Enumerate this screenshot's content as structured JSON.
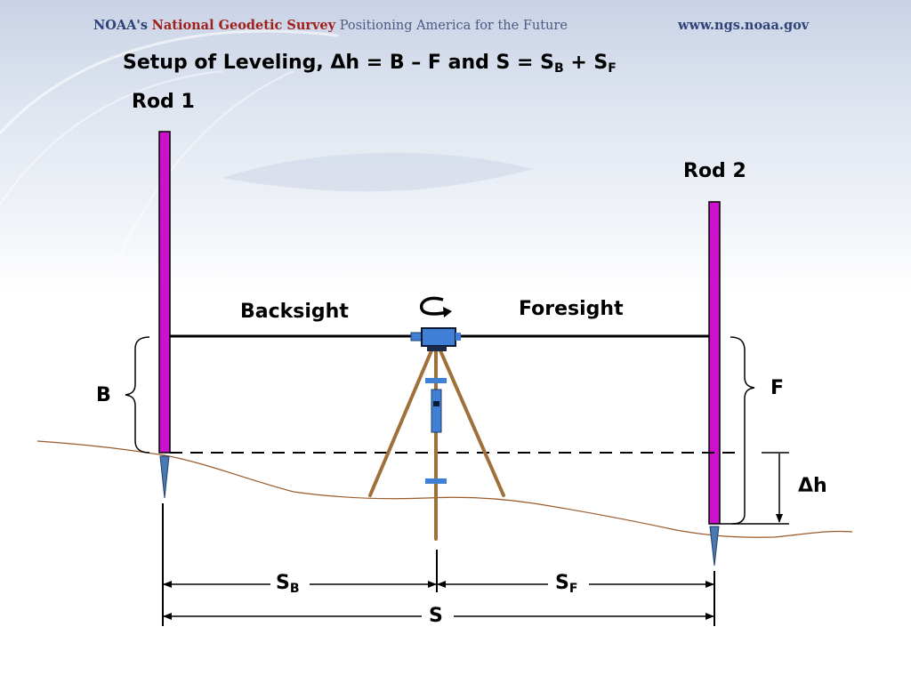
{
  "header": {
    "org": "NOAA's",
    "survey": "National Geodetic Survey",
    "tagline": "Positioning America for the Future",
    "website": "www.ngs.noaa.gov"
  },
  "title": {
    "prefix": "Setup of Leveling, Δh = B – F and S = S",
    "sub_b": "B",
    "mid": " + S",
    "sub_f": "F"
  },
  "labels": {
    "rod1": "Rod 1",
    "rod2": "Rod 2",
    "backsight": "Backsight",
    "foresight": "Foresight",
    "b": "B",
    "f": "F",
    "delta_h": "Δh",
    "s_base": "S",
    "sb_sub": "B",
    "sf_sub": "F",
    "s_total": "S"
  },
  "colors": {
    "rod": "#cc11cc",
    "tripod": "#a0703a",
    "instrument": "#3f7fd6",
    "ground": "#9a5a2a",
    "line": "#000000"
  }
}
